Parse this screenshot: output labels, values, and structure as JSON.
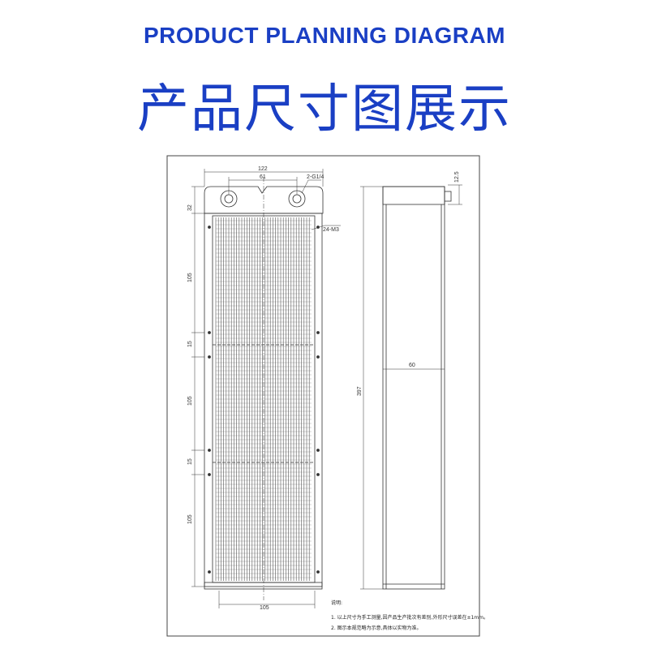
{
  "header": {
    "title_en": "PRODUCT PLANNING DIAGRAM",
    "title_cn": "产品尺寸图展示"
  },
  "colors": {
    "title": "#1a3fc4",
    "line": "#333333",
    "fin": "#555555"
  },
  "drawing": {
    "front_view": {
      "dims": {
        "overall_width": "122",
        "port_spacing": "61",
        "ports": "2-G1/4",
        "top_height": "32",
        "screws": "24-M3",
        "segment_1": "105",
        "gap_1": "15",
        "segment_2": "105",
        "gap_2": "15",
        "segment_3": "105",
        "core_width": "105"
      }
    },
    "side_view": {
      "dims": {
        "port_height": "12.5",
        "thickness": "60",
        "total_height": "397"
      }
    },
    "notes": {
      "heading": "说明:",
      "line1": "1. 以上尺寸为手工测量,因产品生产批次有差别,外形尺寸误差在±1mm。",
      "line2": "2. 图示本规范略为示意,具体以实物为准。"
    }
  }
}
